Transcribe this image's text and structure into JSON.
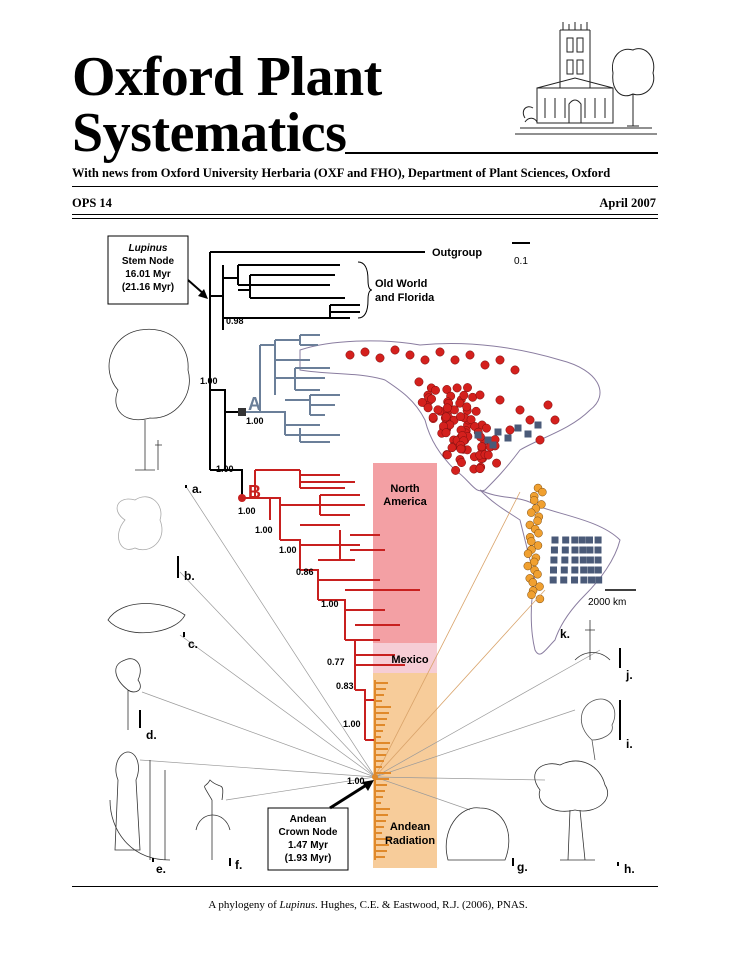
{
  "header": {
    "title_line1": "Oxford Plant",
    "title_line2": "Systematics",
    "subtitle": "With news from Oxford University Herbaria (OXF and FHO), Department of Plant Sciences, Oxford",
    "issue": "OPS 14",
    "date": "April 2007"
  },
  "figure": {
    "stem_node": [
      "Lupinus",
      "Stem Node",
      "16.01 Myr",
      "(21.16 Myr)"
    ],
    "crown_node": [
      "Andean",
      "Crown Node",
      "1.47 Myr",
      "(1.93 Myr)"
    ],
    "outgroup": "Outgroup",
    "old_world": [
      "Old World",
      "and Florida"
    ],
    "scale_tree": "0.1",
    "scale_map": "2000 km",
    "clade_a": "A",
    "clade_b": "B",
    "north_america": [
      "North",
      "America"
    ],
    "mexico": "Mexico",
    "andean": [
      "Andean",
      "Radiation"
    ],
    "support": [
      "0.98",
      "1.00",
      "1.00",
      "1.00",
      "1.00",
      "1.00",
      "1.00",
      "0.86",
      "1.00",
      "0.77",
      "0.83",
      "1.00",
      "1.00"
    ],
    "plant_labels": [
      "a.",
      "b.",
      "c.",
      "d.",
      "e.",
      "f.",
      "g.",
      "h.",
      "i.",
      "j.",
      "k."
    ],
    "colors": {
      "grey_clade": "#6b7f99",
      "red_clade": "#c8201f",
      "orange_clade": "#e0892a",
      "north_america_band": "#f3a0a4",
      "mexico_band": "#f6cdd5",
      "andean_band": "#f7cc9a",
      "red_dots": "#d4201d",
      "orange_dots": "#f0a030",
      "blue_squares": "#4a5a78"
    }
  },
  "caption": {
    "prefix": "A phylogeny of ",
    "genus": "Lupinus",
    "suffix": ".  Hughes, C.E. & Eastwood, R.J. (2006), PNAS."
  }
}
